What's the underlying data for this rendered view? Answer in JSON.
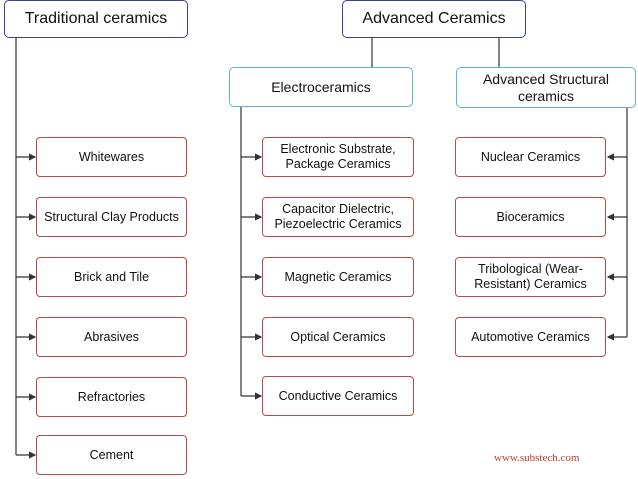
{
  "headers": {
    "traditional": "Traditional ceramics",
    "advanced": "Advanced Ceramics",
    "electro": "Electroceramics",
    "structural": "Advanced Structural ceramics"
  },
  "traditional_items": [
    "Whitewares",
    "Structural Clay Products",
    "Brick and Tile",
    "Abrasives",
    "Refractories",
    "Cement"
  ],
  "electro_items": [
    "Electronic Substrate, Package Ceramics",
    "Capacitor Dielectric, Piezoelectric Ceramics",
    "Magnetic Ceramics",
    "Optical Ceramics",
    "Conductive Ceramics"
  ],
  "structural_items": [
    "Nuclear Ceramics",
    "Bioceramics",
    "Tribological (Wear-Resistant) Ceramics",
    "Automotive Ceramics"
  ],
  "footer": "www.substech.com",
  "colors": {
    "top_header": "#3a3fa0",
    "sub_header": "#5cb8c4",
    "leaf": "#b84a4a",
    "footer": "#c0392b"
  }
}
